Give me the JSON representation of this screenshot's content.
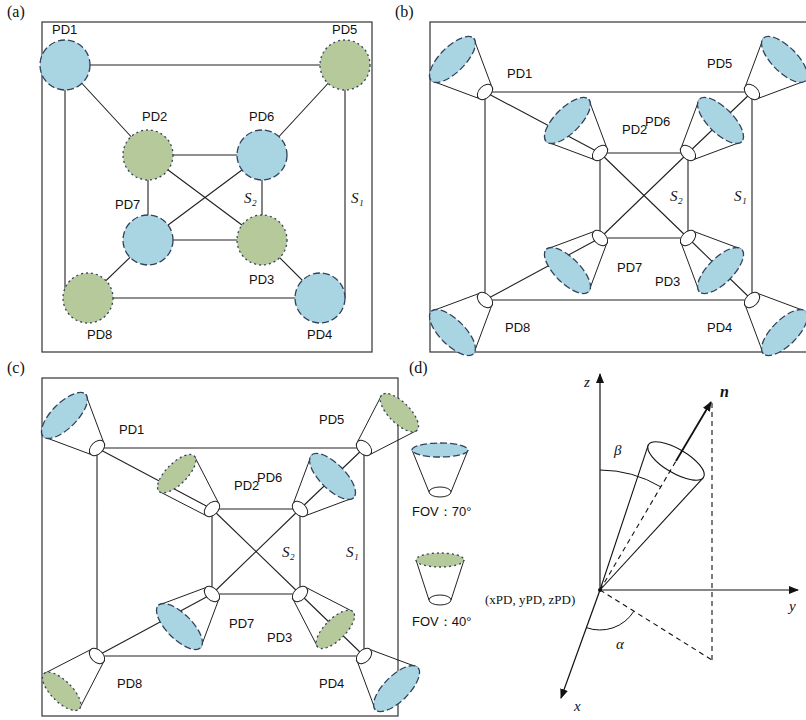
{
  "diagram": {
    "labels": [
      "(a)",
      "PD1",
      "PD5",
      "PD2",
      "PD6",
      "S₂",
      "S₁",
      "PD7",
      "PD3",
      "PD8",
      "PD4",
      "(b)",
      "PD1",
      "PD5",
      "PD2",
      "PD6",
      "S₂",
      "S₁",
      "PD7",
      "PD3",
      "PD8",
      "PD4",
      "(c)",
      "PD1",
      "PD5",
      "PD2",
      "PD6",
      "S₂",
      "S₁",
      "PD7",
      "PD3",
      "PD8",
      "PD4",
      "(d)",
      "z",
      "β",
      "n",
      "(xPD, yPD, zPD)",
      "y",
      "α",
      "x"
    ],
    "legend": [
      {
        "text": "FOV：70°"
      },
      {
        "text": "FOV：40°"
      }
    ]
  }
}
